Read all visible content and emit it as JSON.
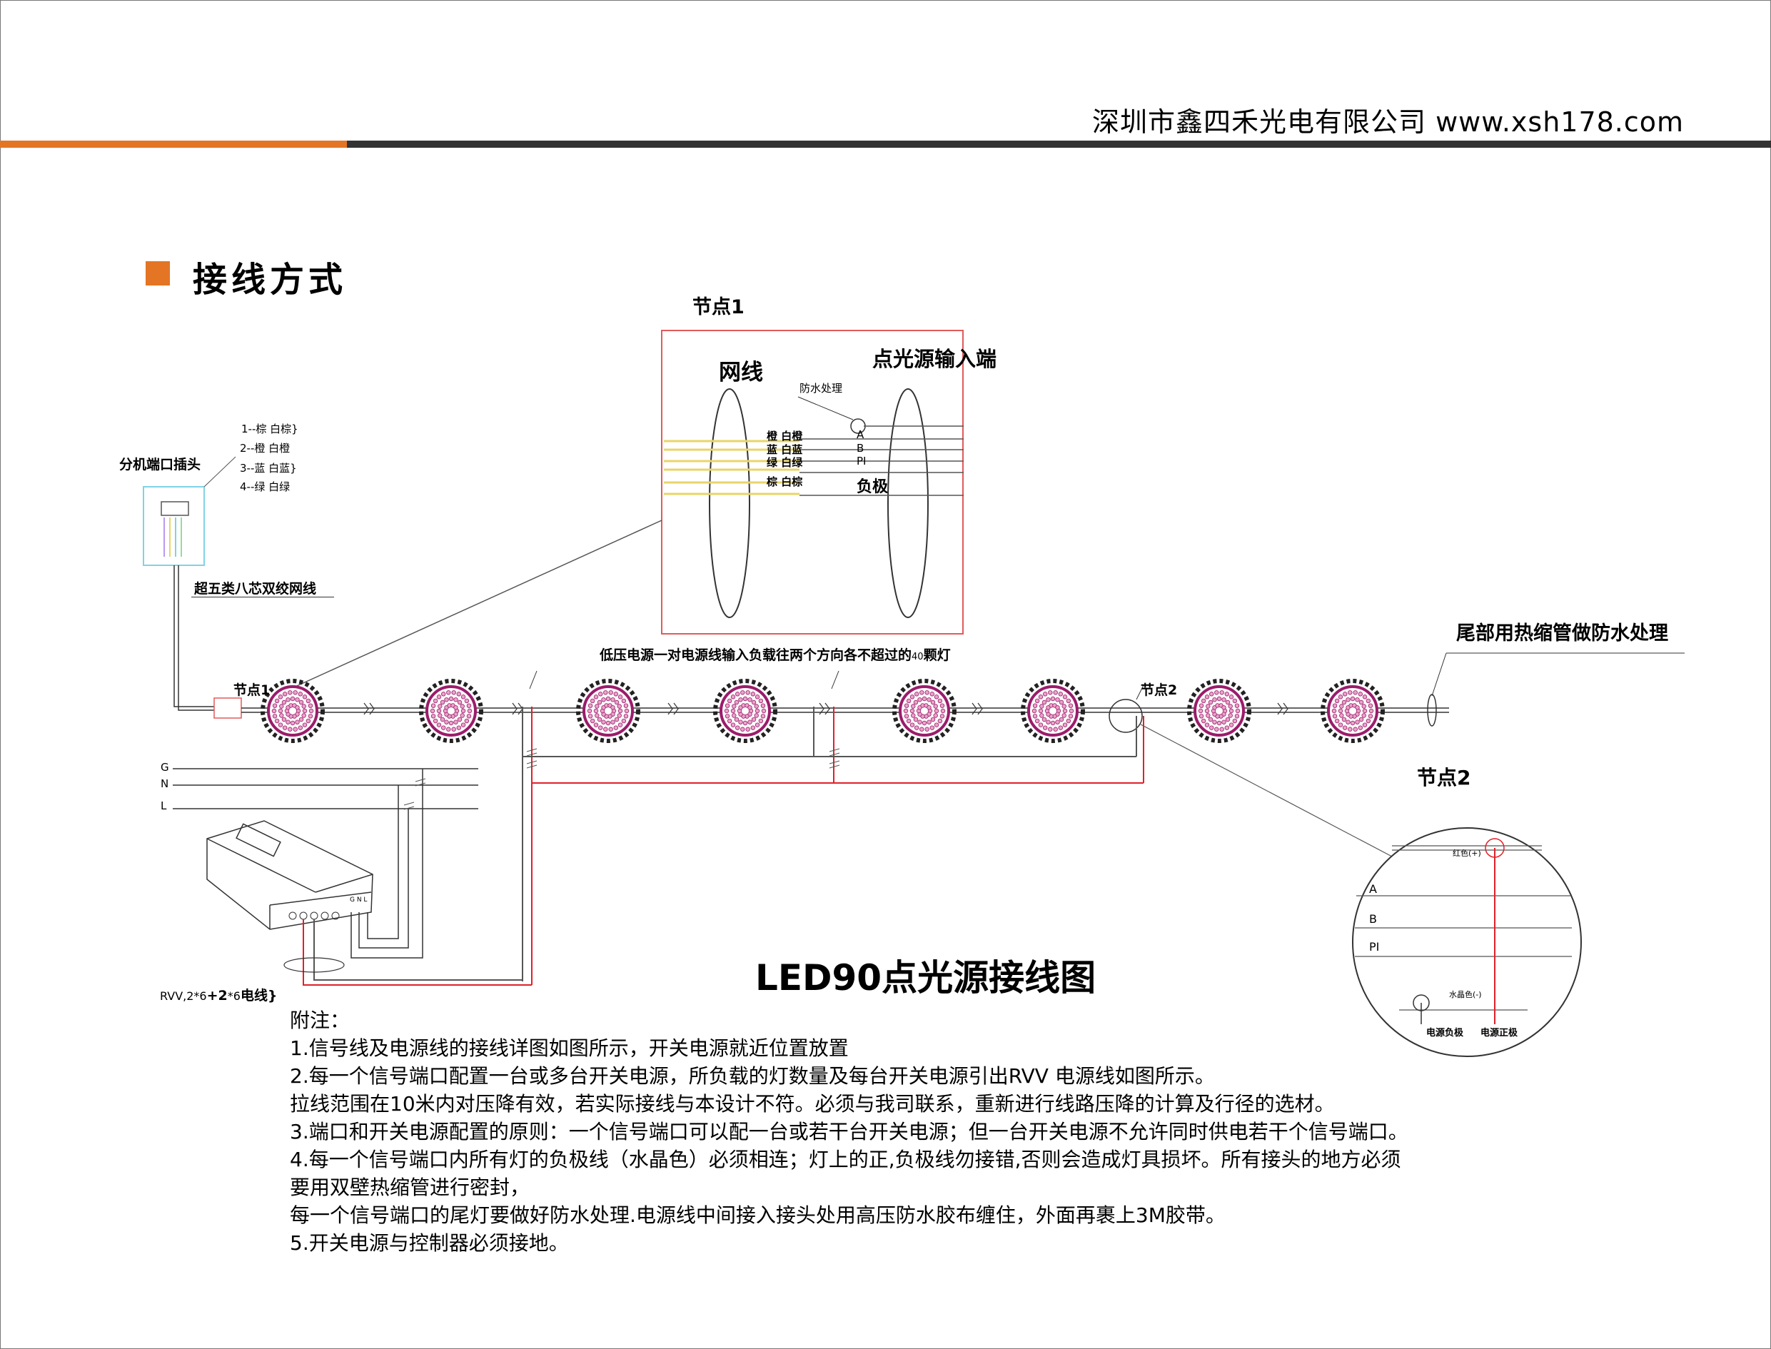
{
  "header": {
    "company": "深圳市鑫四禾光电有限公司  www.xsh178.com",
    "accent_color": "#e37524",
    "bar_color": "#333333"
  },
  "section": {
    "title": "接线方式"
  },
  "node1": {
    "title": "节点1",
    "cable_label": "网线",
    "input_label": "点光源输入端",
    "waterproof": "防水处理",
    "pairs": [
      "橙 白橙",
      "蓝 白蓝",
      "绿 白绿",
      "棕 白棕"
    ],
    "pins": [
      "A",
      "B",
      "PI"
    ],
    "negative": "负极"
  },
  "plug": {
    "title": "分机端口插头",
    "pinout": [
      "1--棕 白棕}",
      "2--橙 白橙",
      "3--蓝 白蓝}",
      "4--绿 白绿"
    ],
    "cable": "超五类八芯双绞网线"
  },
  "chain": {
    "node1_label": "节点1",
    "node2_label": "节点2",
    "load_note": "低压电源一对电源线输入负载往两个方向各不超过的",
    "load_count": "40",
    "load_unit": "颗灯",
    "tail_note": "尾部用热缩管做防水处理"
  },
  "mains": {
    "g": "G",
    "n": "N",
    "l": "L",
    "psu_terminals": "G N L"
  },
  "psu_cable": {
    "label_a": "RVV",
    "label_b": "2",
    "label_c": "*6",
    "label_d": "+2",
    "label_e": "*6",
    "label_f": "电线}"
  },
  "node2": {
    "title": "节点2",
    "red": "红色(+)",
    "rows": [
      "A",
      "B",
      "PI"
    ],
    "crystal": "水晶色(-)",
    "neg": "电源负极",
    "pos": "电源正极"
  },
  "diagram_title": "LED90点光源接线图",
  "notes": [
    "附注：",
    "  1.信号线及电源线的接线详图如图所示，开关电源就近位置放置",
    "  2.每一个信号端口配置一台或多台开关电源，所负载的灯数量及每台开关电源引出RVV 电源线如图所示。",
    "    拉线范围在10米内对压降有效，若实际接线与本设计不符。必须与我司联系，重新进行线路压降的计算及行径的选材。",
    "  3.端口和开关电源配置的原则：一个信号端口可以配一台或若干台开关电源；但一台开关电源不允许同时供电若干个信号端口。",
    "  4.每一个信号端口内所有灯的负极线（水晶色）必须相连；灯上的正,负极线勿接错,否则会造成灯具损坏。所有接头的地方必须",
    "要用双壁热缩管进行密封，",
    "    每一个信号端口的尾灯要做好防水处理.电源线中间接入接头处用高压防水胶布缠住，外面再裹上3M胶带。",
    "  5.开关电源与控制器必须接地。"
  ],
  "colors": {
    "red_wire": "#e0202a",
    "lamp_ring": "#9b1c6b",
    "led_pink": "#e9a3c9",
    "detail_border": "#e05a5a",
    "plug_border": "#7fd3e6"
  }
}
